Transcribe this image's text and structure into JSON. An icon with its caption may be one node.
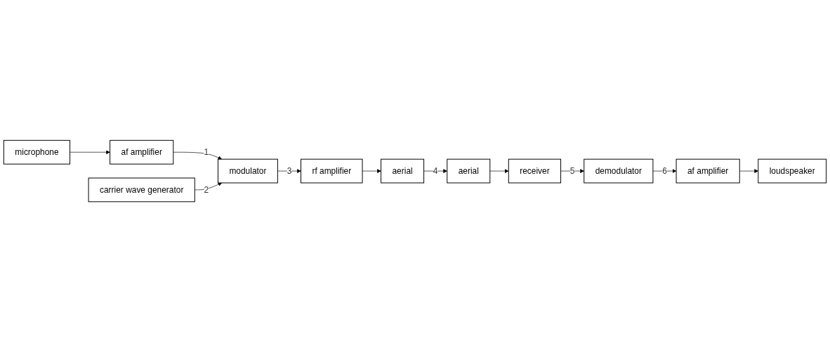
{
  "diagram": {
    "nodes": [
      {
        "text": [
          "microphone"
        ]
      },
      {
        "text": [
          "af amplifier"
        ]
      },
      {
        "text": [
          "modulator"
        ]
      },
      {
        "text": [
          "carrier wave generator"
        ]
      },
      {
        "text": [
          "rf amplifier"
        ]
      },
      {
        "text": [
          "aerial"
        ]
      },
      {
        "text": [
          "aerial"
        ]
      },
      {
        "text": [
          "receiver"
        ]
      },
      {
        "text": [
          "demodulator"
        ]
      },
      {
        "text": [
          "af amplifier"
        ]
      },
      {
        "text": [
          "loudspeaker"
        ]
      }
    ],
    "edges": [
      {
        "from": 0,
        "to": 1,
        "arrow": "to"
      },
      {
        "from": 1,
        "to": 2,
        "arrow": "to",
        "label": "1"
      },
      {
        "from": 3,
        "to": 2,
        "arrow": "to",
        "label": "2"
      },
      {
        "from": 2,
        "to": 4,
        "arrow": "to",
        "label": "3"
      },
      {
        "from": 4,
        "to": 5,
        "arrow": "to"
      },
      {
        "from": 5,
        "to": 6,
        "arrow": "to",
        "label": "4"
      },
      {
        "from": 6,
        "to": 7,
        "arrow": "to"
      },
      {
        "from": 7,
        "to": 8,
        "arrow": "to",
        "label": "5"
      },
      {
        "from": 8,
        "to": 9,
        "arrow": "to",
        "label": "6"
      },
      {
        "from": 9,
        "to": 10,
        "arrow": "to"
      }
    ]
  }
}
